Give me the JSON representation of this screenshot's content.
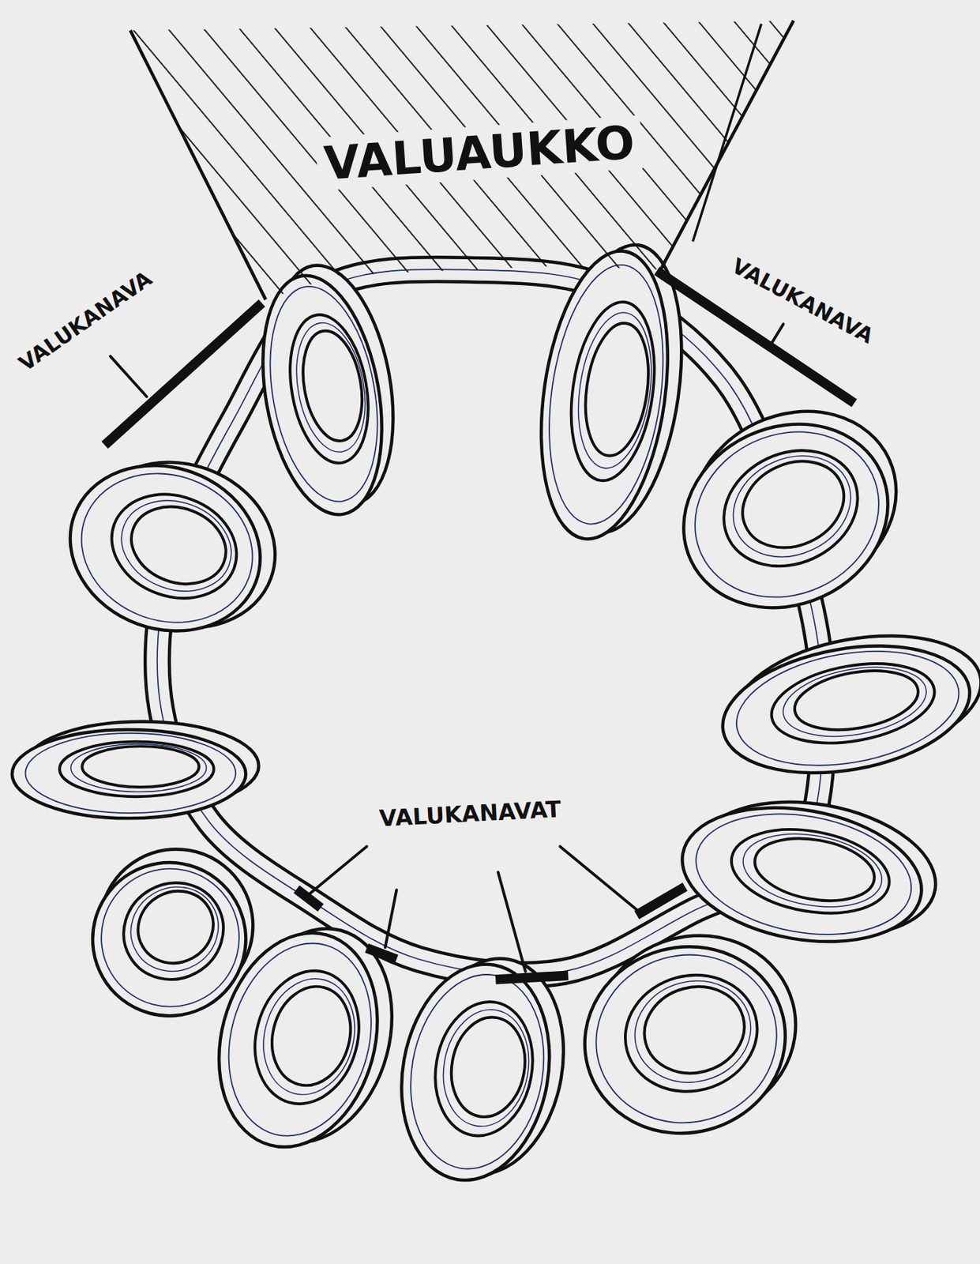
{
  "diagram": {
    "nodes": [
      {
        "text": [
          "VALUAUKKO"
        ]
      }
    ],
    "labels": [
      "VALUKANAVA",
      "VALUKANAVA",
      "VALUKANAVAT"
    ]
  }
}
